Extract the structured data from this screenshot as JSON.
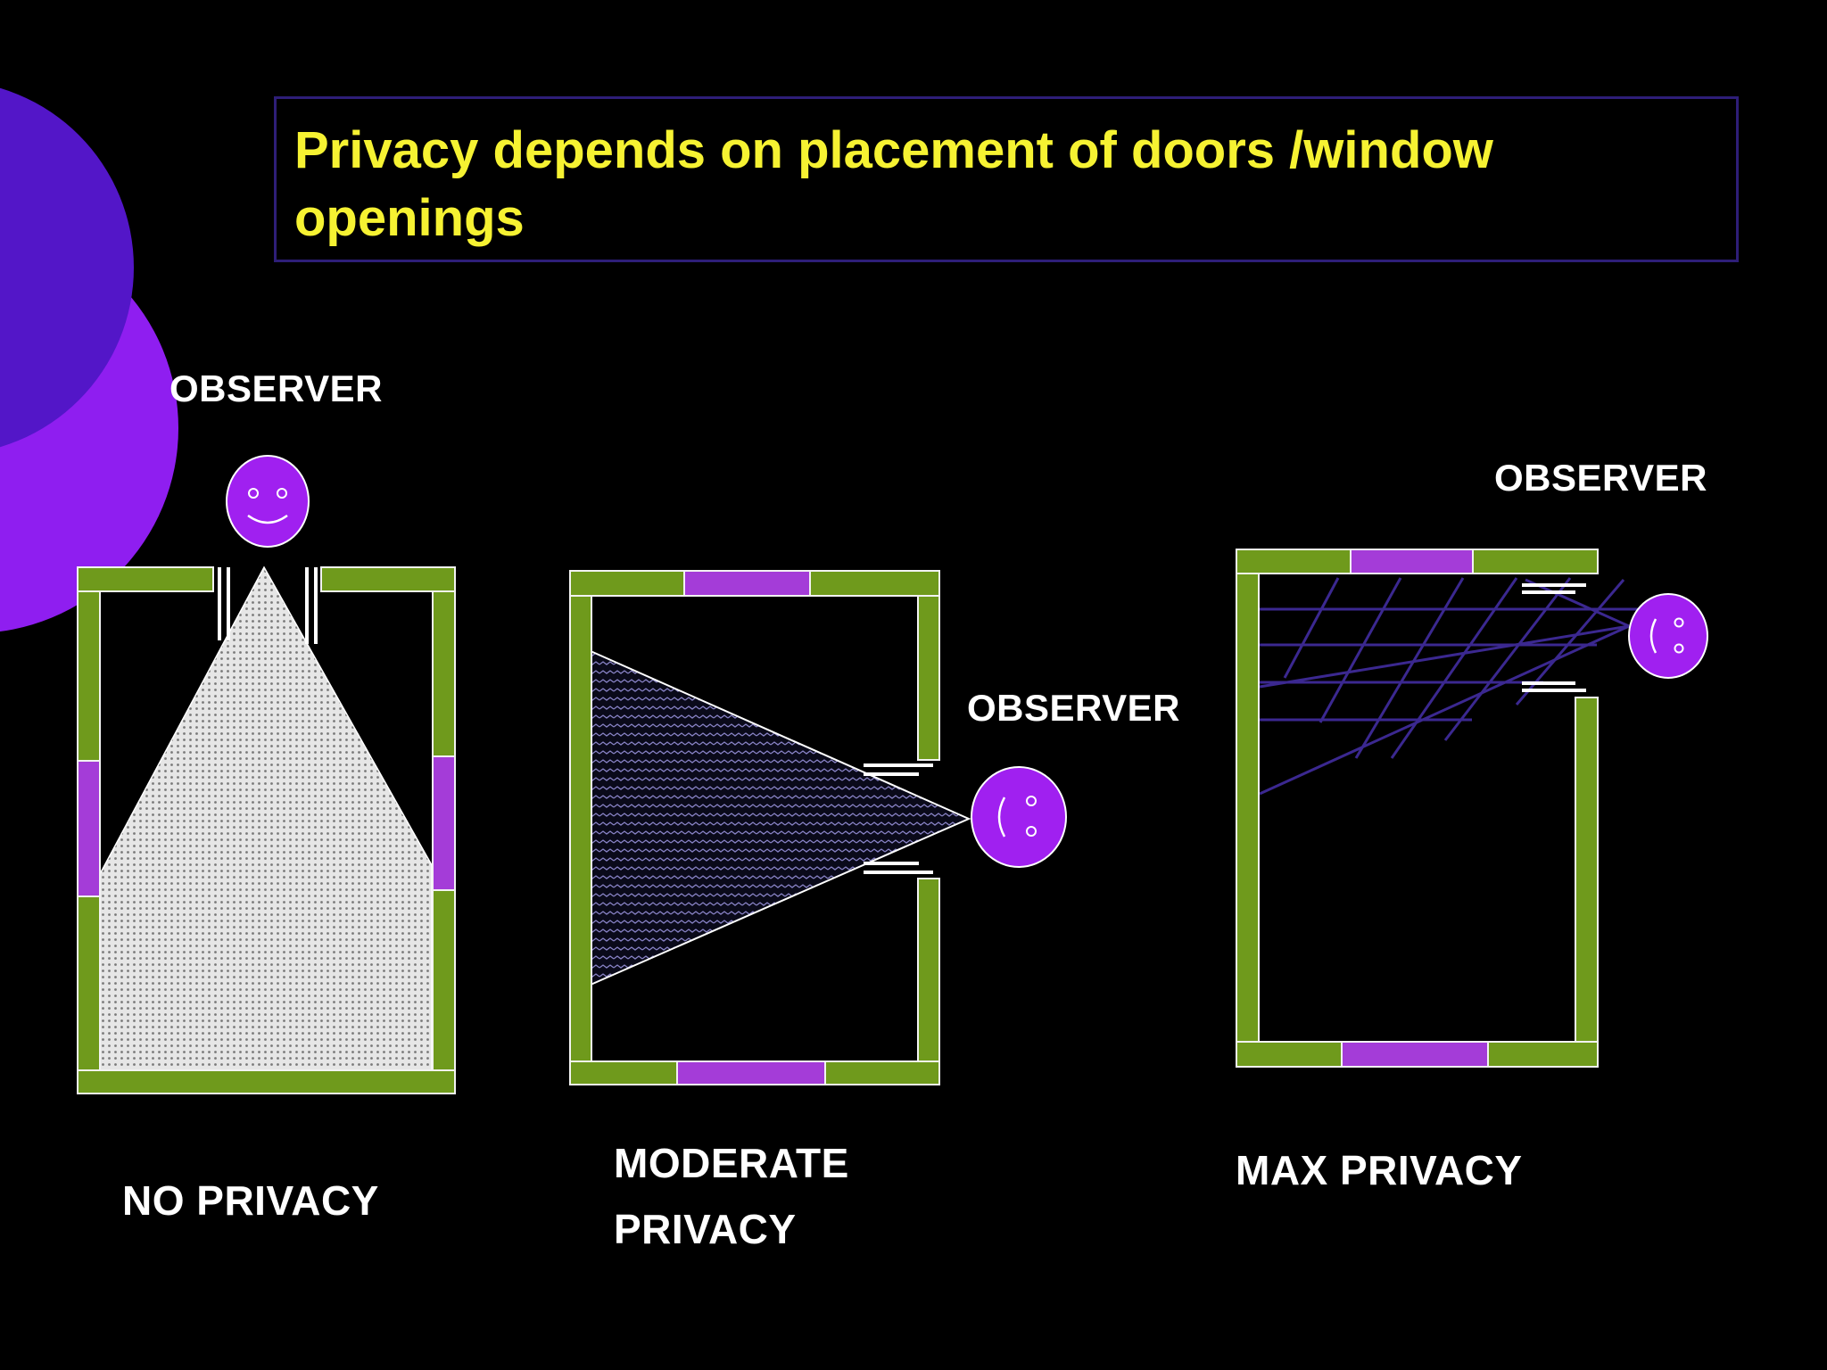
{
  "slide": {
    "title": "Privacy depends on placement of doors /window openings"
  },
  "panels": [
    {
      "id": "no-privacy",
      "observer_label": "OBSERVER",
      "caption": "NO PRIVACY"
    },
    {
      "id": "moderate-privacy",
      "observer_label": "OBSERVER",
      "caption_line1": "MODERATE",
      "caption_line2": "PRIVACY"
    },
    {
      "id": "max-privacy",
      "observer_label": "OBSERVER",
      "caption": "MAX PRIVACY"
    }
  ],
  "colors": {
    "background": "#000000",
    "title_text": "#f6f232",
    "title_border": "#2e1e78",
    "wall": "#6f9a1c",
    "window": "#a43cd8",
    "observer_face": "#a020f0",
    "view_fill": "#d8d8d8",
    "decor_circle_outer": "#8f1ef0",
    "decor_circle_inner": "#5316c8"
  }
}
